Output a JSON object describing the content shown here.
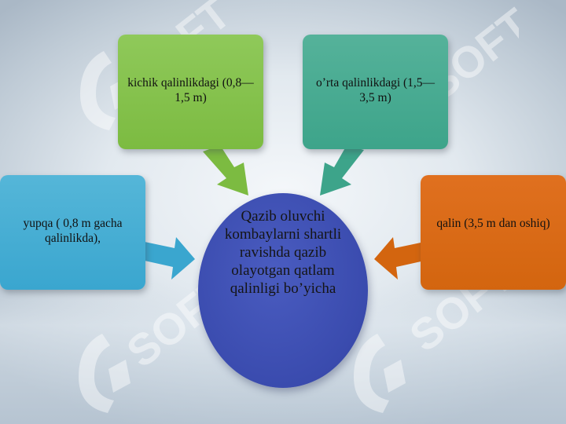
{
  "center": {
    "text": "Qazib oluvchi kombaylarni shartli ravishda qazib olayotgan qatlam qalinligi bo’yicha"
  },
  "categories": [
    {
      "id": "thin",
      "label": "kichik qalinlikdagi (0,8—1,5 m)",
      "color": "#7cbb41"
    },
    {
      "id": "medium",
      "label": "o’rta qalinlikdagi (1,5—3,5 m)",
      "color": "#3da48a"
    },
    {
      "id": "vthin",
      "label": "yupqa ( 0,8 m gacha qalinlikda),",
      "color": "#3aa6cf"
    },
    {
      "id": "thick",
      "label": "qalin (3,5 m dan oshiq)",
      "color": "#d3650f"
    }
  ],
  "watermark": {
    "icon": "soft-logo-icon",
    "text": "SOFT"
  }
}
